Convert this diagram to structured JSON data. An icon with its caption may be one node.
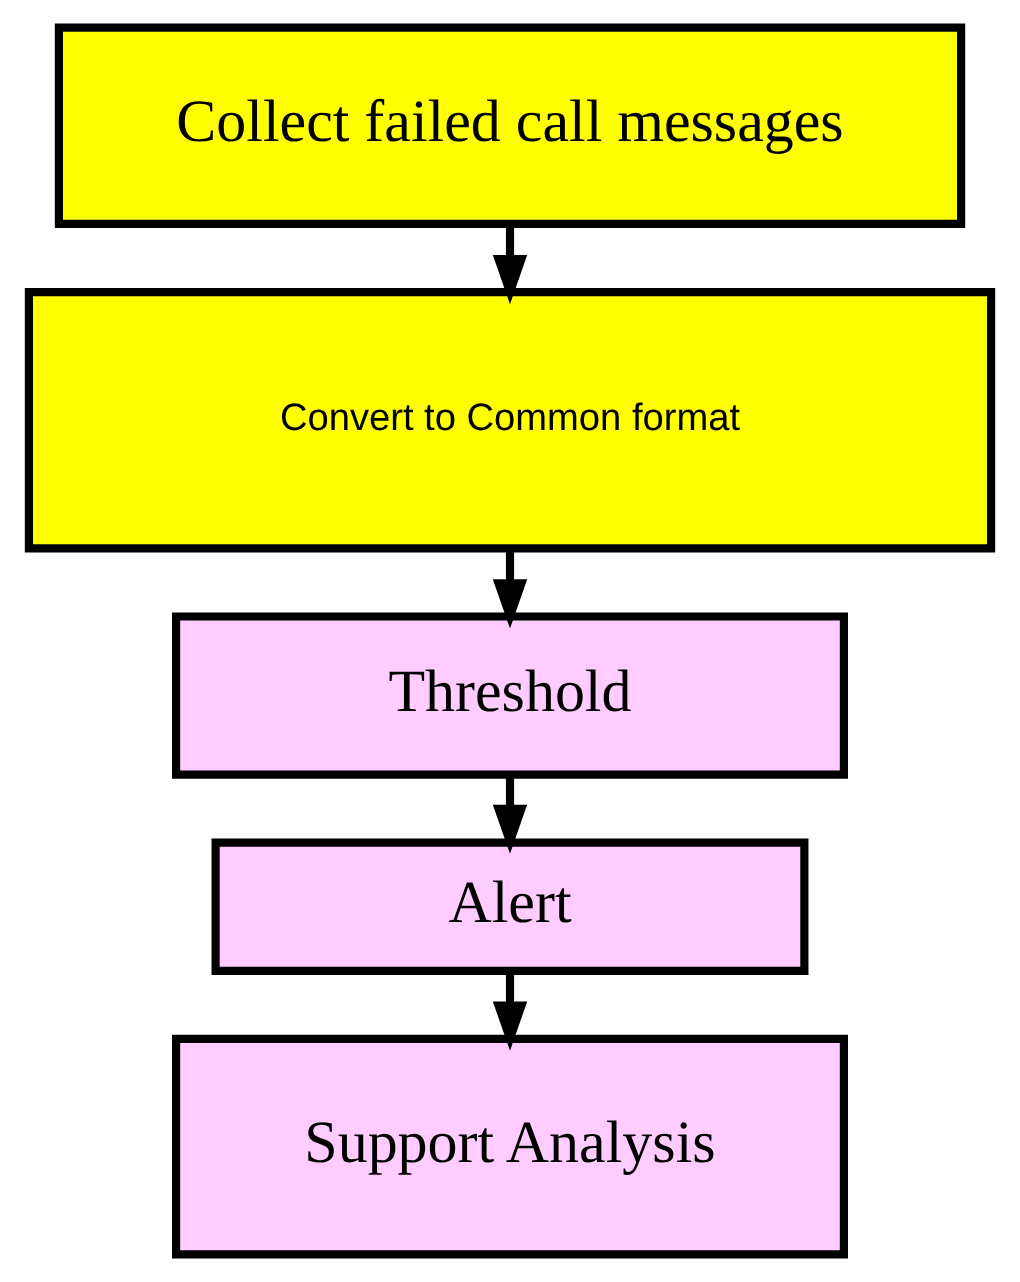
{
  "diagram": {
    "nodes": [
      {
        "text": [
          "Collect failed call messages"
        ]
      },
      {
        "text": [
          "Convert to Common format"
        ]
      },
      {
        "text": [
          "Threshold"
        ]
      },
      {
        "text": [
          "Alert"
        ]
      },
      {
        "text": [
          "Support Analysis"
        ]
      }
    ],
    "edges": [
      {
        "from": 0,
        "to": 1,
        "arrow": "to"
      },
      {
        "from": 1,
        "to": 2,
        "arrow": "to"
      },
      {
        "from": 2,
        "to": 3,
        "arrow": "to"
      },
      {
        "from": 3,
        "to": 4,
        "arrow": "to"
      }
    ]
  }
}
